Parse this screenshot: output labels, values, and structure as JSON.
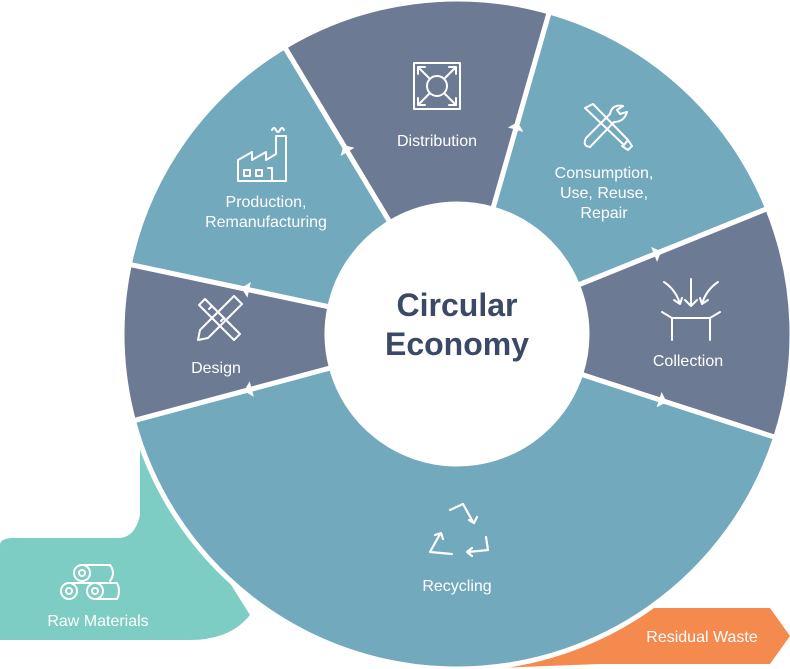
{
  "center": {
    "line1": "Circular",
    "line2": "Economy"
  },
  "segments": [
    {
      "id": "distribution",
      "lines": [
        "Distribution"
      ],
      "icon": "expand-arrows-icon"
    },
    {
      "id": "consumption",
      "lines": [
        "Consumption,",
        "Use, Reuse,",
        "Repair"
      ],
      "icon": "tools-icon"
    },
    {
      "id": "collection",
      "lines": [
        "Collection"
      ],
      "icon": "collection-box-icon"
    },
    {
      "id": "recycling",
      "lines": [
        "Recycling"
      ],
      "icon": "recycle-icon"
    },
    {
      "id": "design",
      "lines": [
        "Design"
      ],
      "icon": "pencil-ruler-icon"
    },
    {
      "id": "production",
      "lines": [
        "Production,",
        "Remanufacturing"
      ],
      "icon": "factory-icon"
    }
  ],
  "raw_materials": {
    "label": "Raw Materials",
    "icon": "logs-icon"
  },
  "residual_waste": {
    "label": "Residual Waste"
  },
  "colors": {
    "light": "#72a9bc",
    "dark": "#6c7a93",
    "teal": "#7ecdc4",
    "orange": "#f58a4f",
    "center_text": "#3a4a66",
    "label": "#ffffff",
    "divider": "#ffffff"
  }
}
